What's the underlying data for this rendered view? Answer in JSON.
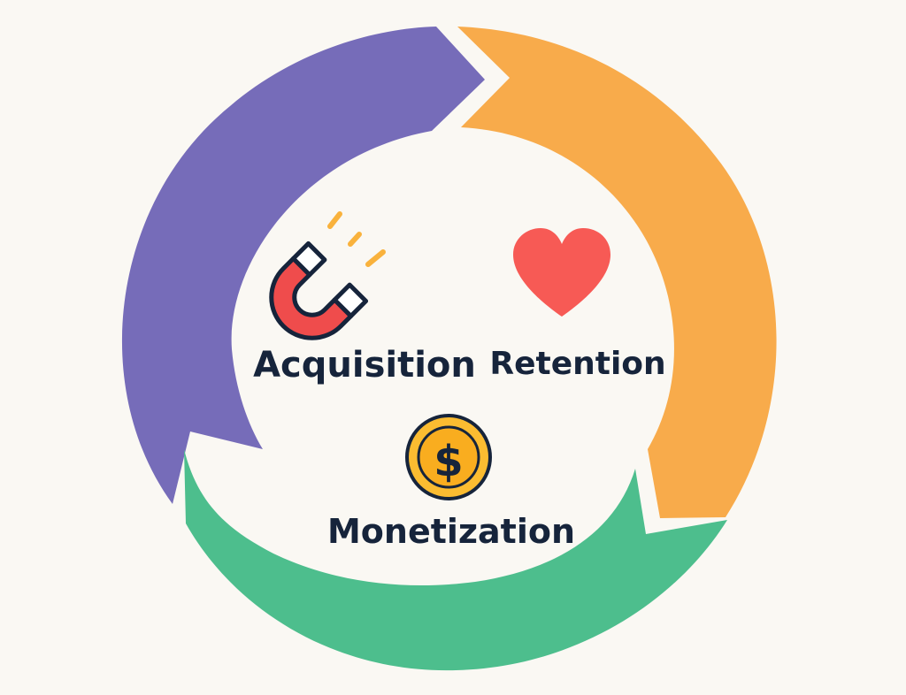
{
  "stages": [
    {
      "id": "acquisition",
      "label": "Acquisition",
      "icon": "magnet-icon",
      "color": "#766cb9"
    },
    {
      "id": "retention",
      "label": "Retention",
      "icon": "heart-icon",
      "color": "#f8ab4b"
    },
    {
      "id": "monetization",
      "label": "Monetization",
      "icon": "dollar-coin-icon",
      "color": "#4dbe8d"
    }
  ],
  "colors": {
    "background": "#faf8f3",
    "text": "#16243b",
    "magnet_red": "#ef4c4c",
    "heart": "#f75a55",
    "coin": "#fbbc31",
    "spark": "#f9b23c"
  }
}
